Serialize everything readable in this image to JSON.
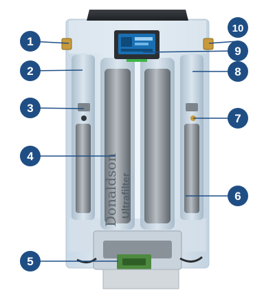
{
  "product": {
    "brand_text": "Donaldson",
    "model_text": "Ultrafilter"
  },
  "callouts": [
    {
      "number": "1",
      "side": "left"
    },
    {
      "number": "2",
      "side": "left"
    },
    {
      "number": "3",
      "side": "left"
    },
    {
      "number": "4",
      "side": "left"
    },
    {
      "number": "5",
      "side": "left"
    },
    {
      "number": "6",
      "side": "right"
    },
    {
      "number": "7",
      "side": "right"
    },
    {
      "number": "8",
      "side": "right"
    },
    {
      "number": "9",
      "side": "right"
    },
    {
      "number": "10",
      "side": "right"
    }
  ],
  "colors": {
    "badge": "#1f4e85",
    "badge_line": "#1f4e85",
    "housing": "#e6eef5",
    "cartridge": "#8f969c",
    "screen": "#1a6fb3",
    "status_bar": "#3db54a",
    "brass": "#c89a3a"
  }
}
